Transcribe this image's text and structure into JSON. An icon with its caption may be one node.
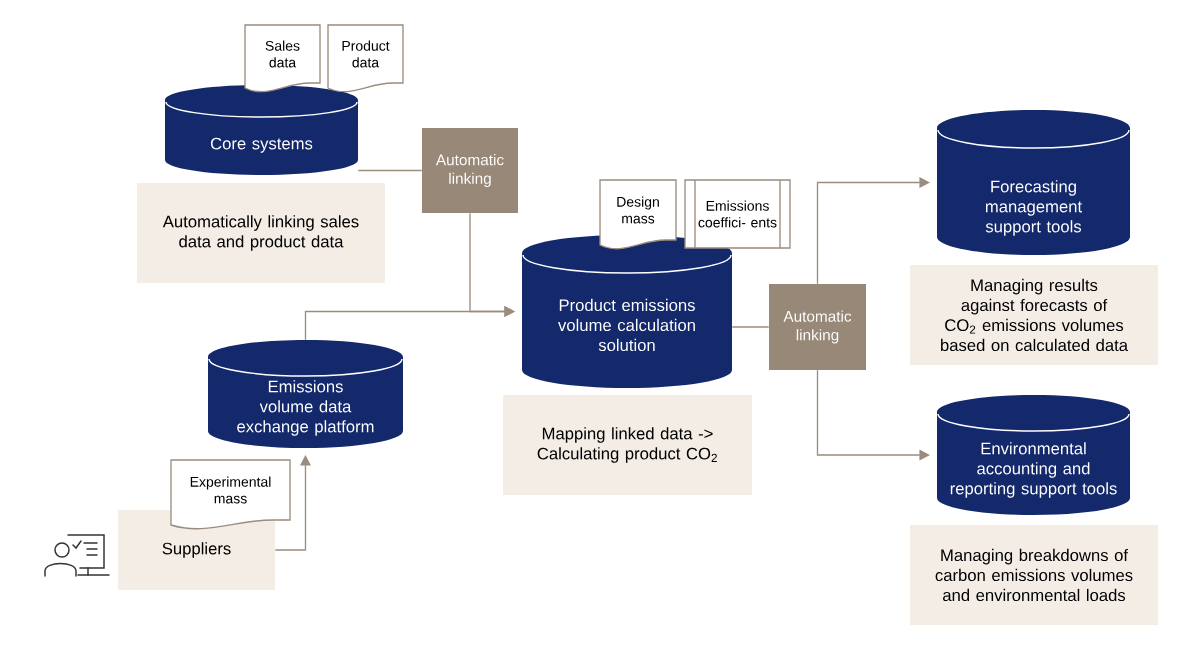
{
  "diagram": {
    "nodes": [
      {
        "text": [
          "Core systems"
        ]
      },
      {
        "text": [
          "Sales data"
        ]
      },
      {
        "text": [
          "Product data"
        ]
      },
      {
        "text": [
          "Automatically linking sales data and product data"
        ]
      },
      {
        "text": [
          "Automatic linking"
        ]
      },
      {
        "text": [
          "Emissions volume data exchange platform"
        ]
      },
      {
        "text": [
          "Suppliers"
        ]
      },
      {
        "text": [
          "Experimental mass"
        ]
      },
      {
        "text": [
          "Product emissions volume calculation solution"
        ]
      },
      {
        "text": [
          "Design mass"
        ]
      },
      {
        "text": [
          "Emissions coeffici- ents"
        ]
      },
      {
        "text": [
          "Mapping linked data -> Calculating product CO$_{2}$"
        ]
      },
      {
        "text": [
          "Automatic linking"
        ]
      },
      {
        "text": [
          "Forecasting management support tools"
        ]
      },
      {
        "text": [
          "Managing results against forecasts of CO$_{2}$ emissions volumes based on calculated data"
        ]
      },
      {
        "text": [
          "Environmental accounting and reporting support tools"
        ]
      },
      {
        "text": [
          "Managing breakdowns of carbon emissions volumes and environmental loads"
        ]
      }
    ],
    "edges": [
      {
        "from": 0,
        "to": 4,
        "arrow": "none"
      },
      {
        "from": 4,
        "to": 8,
        "arrow": "to"
      },
      {
        "from": 5,
        "to": 8,
        "arrow": "to"
      },
      {
        "from": 6,
        "to": 5,
        "arrow": "to"
      },
      {
        "from": 8,
        "to": 12,
        "arrow": "none"
      },
      {
        "from": 12,
        "to": 13,
        "arrow": "to"
      },
      {
        "from": 12,
        "to": 15,
        "arrow": "to"
      }
    ]
  }
}
